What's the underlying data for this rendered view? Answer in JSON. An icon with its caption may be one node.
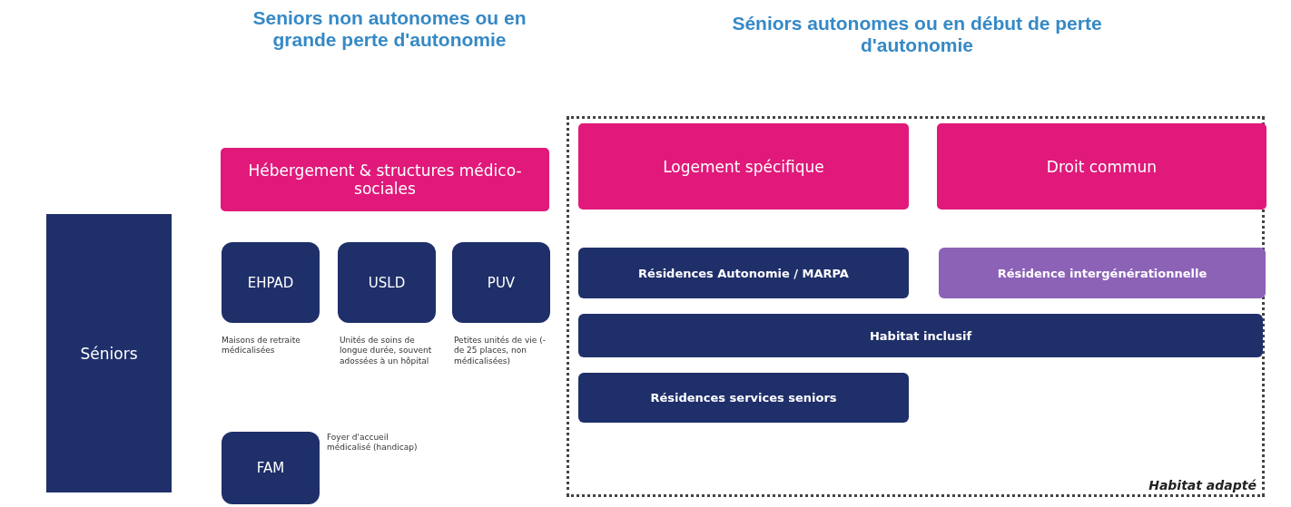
{
  "diagram": {
    "nodes": [
      {
        "text": [
          "Séniors"
        ]
      },
      {
        "text": [
          "Hébergement & structures médico-sociales"
        ]
      },
      {
        "text": [
          "EHPAD"
        ],
        "beside": [
          "Maisons de retraite médicalisées"
        ]
      },
      {
        "text": [
          "USLD"
        ],
        "beside": [
          "Unités de soins de longue durée, souvent adossées à un hôpital"
        ]
      },
      {
        "text": [
          "PUV"
        ],
        "beside": [
          "Petites unités de vie (- de 25 places, non médicalisées)"
        ]
      },
      {
        "text": [
          "FAM"
        ],
        "beside": [
          "Foyer d'accueil médicalisé (handicap)"
        ]
      },
      {
        "text": [
          "Habitat adapté"
        ]
      },
      {
        "text": [
          "Logement spécifique"
        ],
        "in": 6
      },
      {
        "text": [
          "Droit commun"
        ],
        "in": 6
      },
      {
        "text": [
          "Résidences Autonomie / MARPA"
        ],
        "in": 6
      },
      {
        "text": [
          "Résidence intergénérationnelle"
        ],
        "in": 6
      },
      {
        "text": [
          "Habitat inclusif"
        ],
        "in": 6
      },
      {
        "text": [
          "Résidences services seniors"
        ],
        "in": 6
      }
    ],
    "labels": [
      "Seniors non autonomes ou en grande perte d'autonomie",
      "Séniors autonomes ou en début de perte d'autonomie"
    ]
  }
}
